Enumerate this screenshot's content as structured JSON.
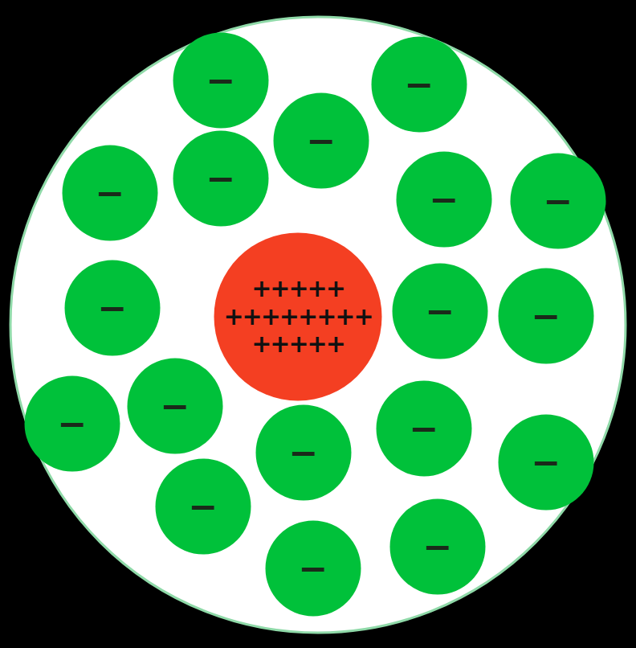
{
  "diagram": {
    "nodes": [
      {
        "text": [
          "−"
        ]
      },
      {
        "text": [
          "−"
        ]
      },
      {
        "text": [
          "−"
        ]
      },
      {
        "text": [
          "−"
        ]
      },
      {
        "text": [
          "−"
        ]
      },
      {
        "text": [
          "−"
        ]
      },
      {
        "text": [
          "−"
        ]
      },
      {
        "text": [
          "−"
        ]
      },
      {
        "text": [
          "+++++",
          "++++++++",
          "+++++"
        ]
      },
      {
        "text": [
          "−"
        ]
      },
      {
        "text": [
          "−"
        ]
      },
      {
        "text": [
          "−"
        ]
      },
      {
        "text": [
          "−"
        ]
      },
      {
        "text": [
          "−"
        ]
      },
      {
        "text": [
          "−"
        ]
      },
      {
        "text": [
          "−"
        ]
      },
      {
        "text": [
          "−"
        ]
      },
      {
        "text": [
          "−"
        ]
      },
      {
        "text": [
          "−"
        ]
      }
    ]
  }
}
